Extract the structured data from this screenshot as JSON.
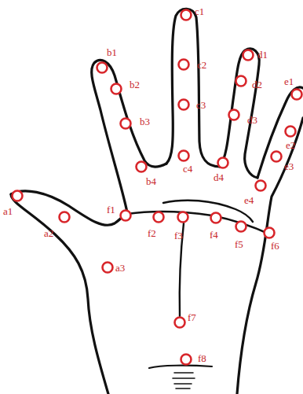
{
  "diagram": {
    "labels": [
      "a1",
      "a2",
      "a3",
      "b1",
      "b2",
      "b3",
      "b4",
      "c1",
      "c2",
      "c3",
      "c4",
      "d1",
      "d2",
      "d3",
      "d4",
      "e1",
      "e2",
      "e3",
      "e4",
      "f1",
      "f2",
      "f3",
      "f4",
      "f5",
      "f6",
      "f7",
      "f8"
    ]
  }
}
